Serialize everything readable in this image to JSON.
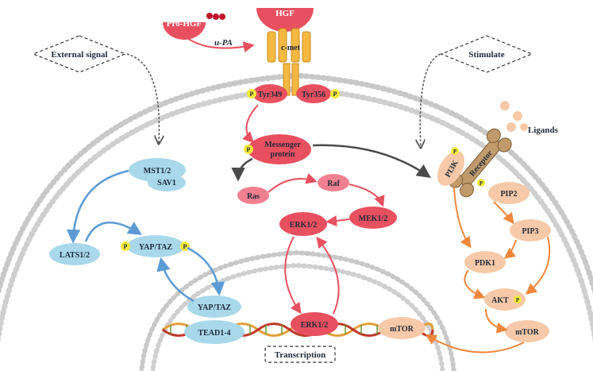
{
  "labels": {
    "pro_hgf": "Pro-HGF",
    "upa": "u-PA",
    "hgf": "HGF",
    "cmet": "c-met",
    "tyr349": "Tyr349",
    "tyr356": "Tyr356",
    "external_signal": "External signal",
    "stimulate": "Stimulate",
    "messenger_line1": "Messenger",
    "messenger_line2": "protein",
    "ras": "Ras",
    "raf": "Raf",
    "mek": "MEK1/2",
    "erk_top": "ERK1/2",
    "erk_bottom": "ERK1/2",
    "mst": "MST1/2",
    "sav": "SAV1",
    "lats": "LATS1/2",
    "yap_top": "YAP/TAZ",
    "yap_bottom": "YAP/TAZ",
    "tead": "TEAD1-4",
    "transcription": "Transcription",
    "ligands": "Ligands",
    "receptor": "Receptor",
    "pi3k": "PI3K",
    "pip2": "PIP2",
    "pip3": "PIP3",
    "pdk1": "PDK1",
    "akt": "AKT",
    "mtor_right": "mTOR",
    "mtor_dna": "mTOR",
    "p": "P"
  },
  "colors": {
    "red": "#e8505f",
    "red_light": "#f08090",
    "blue": "#a8d8ea",
    "blue_arrow": "#5b9bd5",
    "orange": "#f7c9a8",
    "orange_arrow": "#f0873a",
    "gold": "#f5b942",
    "yellow_p": "#f2ea3a",
    "membrane": "#c8c8c8",
    "dark_arrow": "#4a4a4a"
  }
}
